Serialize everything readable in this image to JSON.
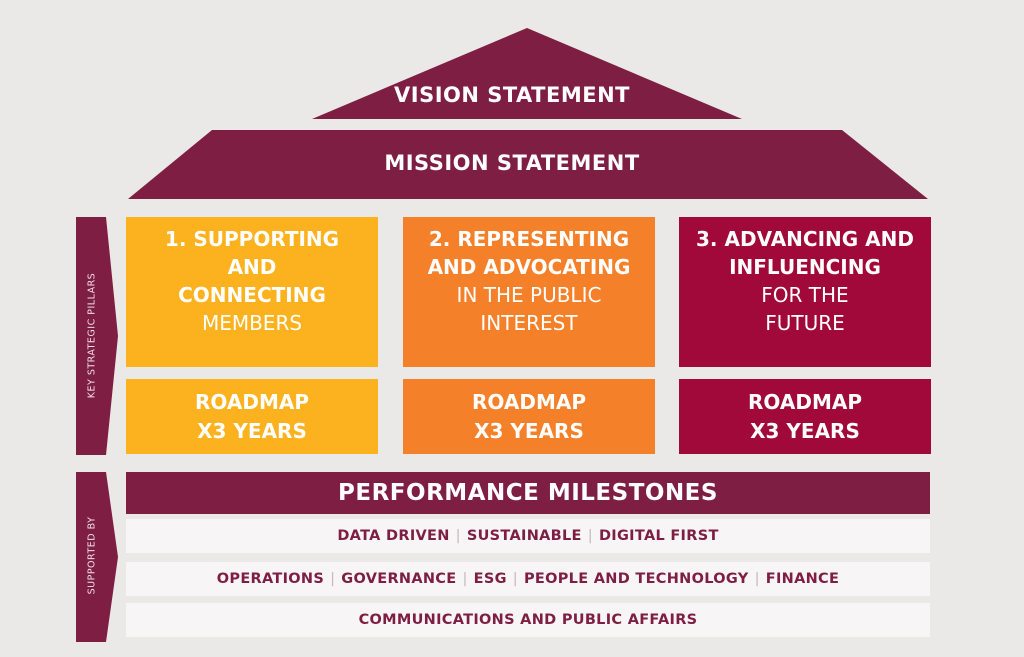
{
  "roof": {
    "vision": "VISION STATEMENT",
    "mission": "MISSION STATEMENT"
  },
  "side_labels": {
    "pillars": "KEY STRATEGIC PILLARS",
    "supported": "SUPPORTED BY"
  },
  "pillars": [
    {
      "bold": [
        "1. SUPPORTING",
        "AND",
        "CONNECTING"
      ],
      "light": [
        "MEMBERS"
      ],
      "roadmap": [
        "ROADMAP",
        "X3 YEARS"
      ]
    },
    {
      "bold": [
        "2. REPRESENTING",
        "AND ADVOCATING"
      ],
      "light": [
        "IN THE PUBLIC",
        "INTEREST"
      ],
      "roadmap": [
        "ROADMAP",
        "X3 YEARS"
      ]
    },
    {
      "bold": [
        "3. ADVANCING AND",
        "INFLUENCING"
      ],
      "light": [
        "FOR THE",
        "FUTURE"
      ],
      "roadmap": [
        "ROADMAP",
        "X3 YEARS"
      ]
    }
  ],
  "milestones": "PERFORMANCE MILESTONES",
  "support_rows": [
    [
      "DATA DRIVEN",
      "SUSTAINABLE",
      "DIGITAL FIRST"
    ],
    [
      "OPERATIONS",
      "GOVERNANCE",
      "ESG",
      "PEOPLE AND TECHNOLOGY",
      "FINANCE"
    ],
    [
      "COMMUNICATIONS AND PUBLIC AFFAIRS"
    ]
  ],
  "separator": "|",
  "colors": {
    "roof": "#7e1e42",
    "pillar_1": "#fbb21e",
    "pillar_2": "#f5802a",
    "pillar_3": "#a0093a",
    "background": "#ebe8e8"
  }
}
